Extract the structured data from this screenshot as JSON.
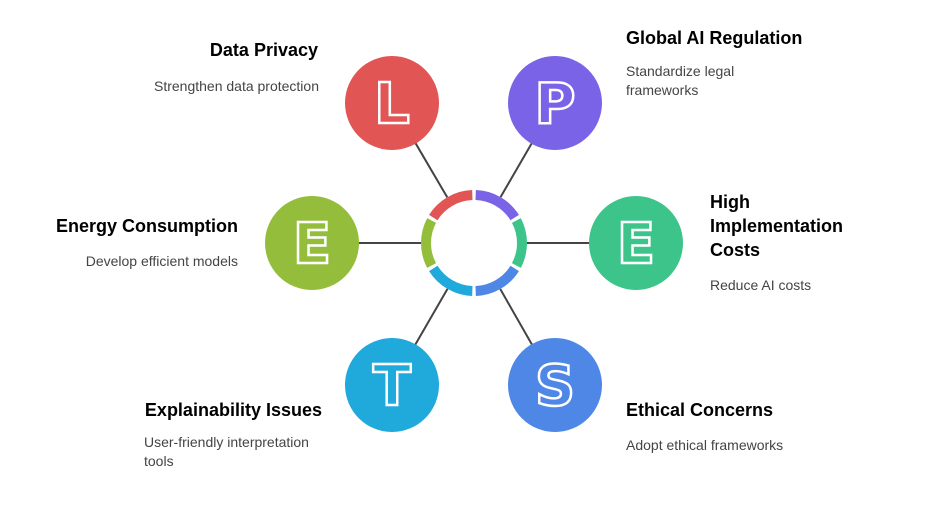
{
  "items": [
    {
      "letter": "L",
      "title": "Data Privacy",
      "desc": "Strengthen data protection",
      "color": "#E15554"
    },
    {
      "letter": "P",
      "title": "Global AI Regulation",
      "desc": "Standardize legal frameworks",
      "color": "#7A63E6"
    },
    {
      "letter": "E",
      "title": "High Implementation Costs",
      "desc": "Reduce AI costs",
      "color": "#3CC48A"
    },
    {
      "letter": "S",
      "title": "Ethical Concerns",
      "desc": "Adopt ethical frameworks",
      "color": "#4E87E5"
    },
    {
      "letter": "T",
      "title": "Explainability Issues",
      "desc": "User-friendly interpretation tools",
      "color": "#20A9DB"
    },
    {
      "letter": "E",
      "title": "Energy Consumption",
      "desc": "Develop efficient models",
      "color": "#93BD3A"
    }
  ]
}
